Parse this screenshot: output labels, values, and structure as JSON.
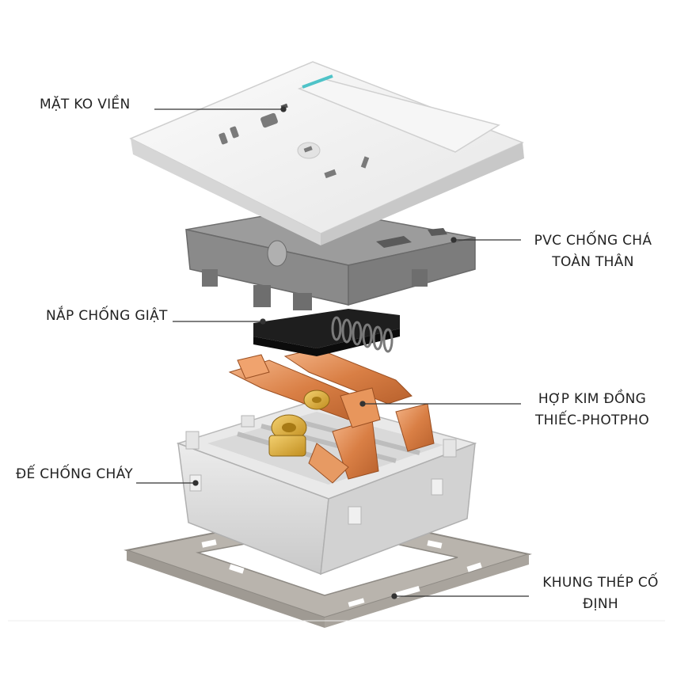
{
  "labels": {
    "face": "MẶT KO VIỀN",
    "pvc_line1": "PVC CHỐNG CHÁ",
    "pvc_line2": "TOÀN THÂN",
    "shock_cover": "NẮP CHỐNG GIẬT",
    "alloy_line1": "HỢP KIM ĐỒNG",
    "alloy_line2": "THIẾC-PHOTPHO",
    "base": "ĐẾ CHỐNG CHÁY",
    "frame_line1": "KHUNG THÉP CỐ",
    "frame_line2": "ĐỊNH"
  },
  "colors": {
    "faceplate": "#f2f2f2",
    "faceplate_edge": "#d9d9d9",
    "indicator": "#4fc3c8",
    "pvc_frame": "#8d8d8d",
    "shutter": "#1e1e1e",
    "copper": "#e0905a",
    "brass": "#e0b040",
    "base": "#d8d8d8",
    "steel_frame": "#b9b4ad",
    "leader_line": "#333333"
  }
}
